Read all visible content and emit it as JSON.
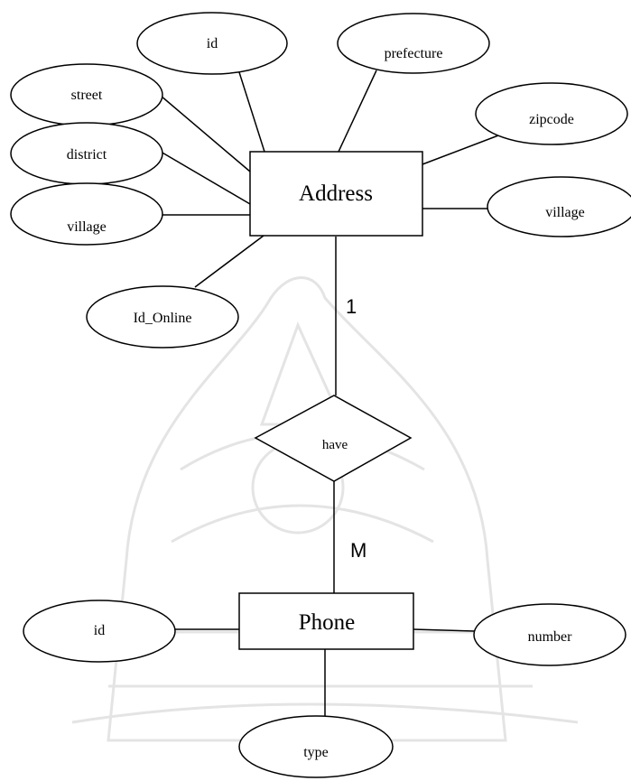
{
  "entities": {
    "address": {
      "label": "Address"
    },
    "phone": {
      "label": "Phone"
    }
  },
  "relationship": {
    "label": "have"
  },
  "cardinality": {
    "address_side": "1",
    "phone_side": "M"
  },
  "address_attributes": {
    "id": "id",
    "prefecture": "prefecture",
    "street": "street",
    "zipcode": "zipcode",
    "district": "district",
    "village_left": "village",
    "village_right": "village",
    "id_online": "Id_Online"
  },
  "phone_attributes": {
    "id": "id",
    "number": "number",
    "type": "type"
  }
}
